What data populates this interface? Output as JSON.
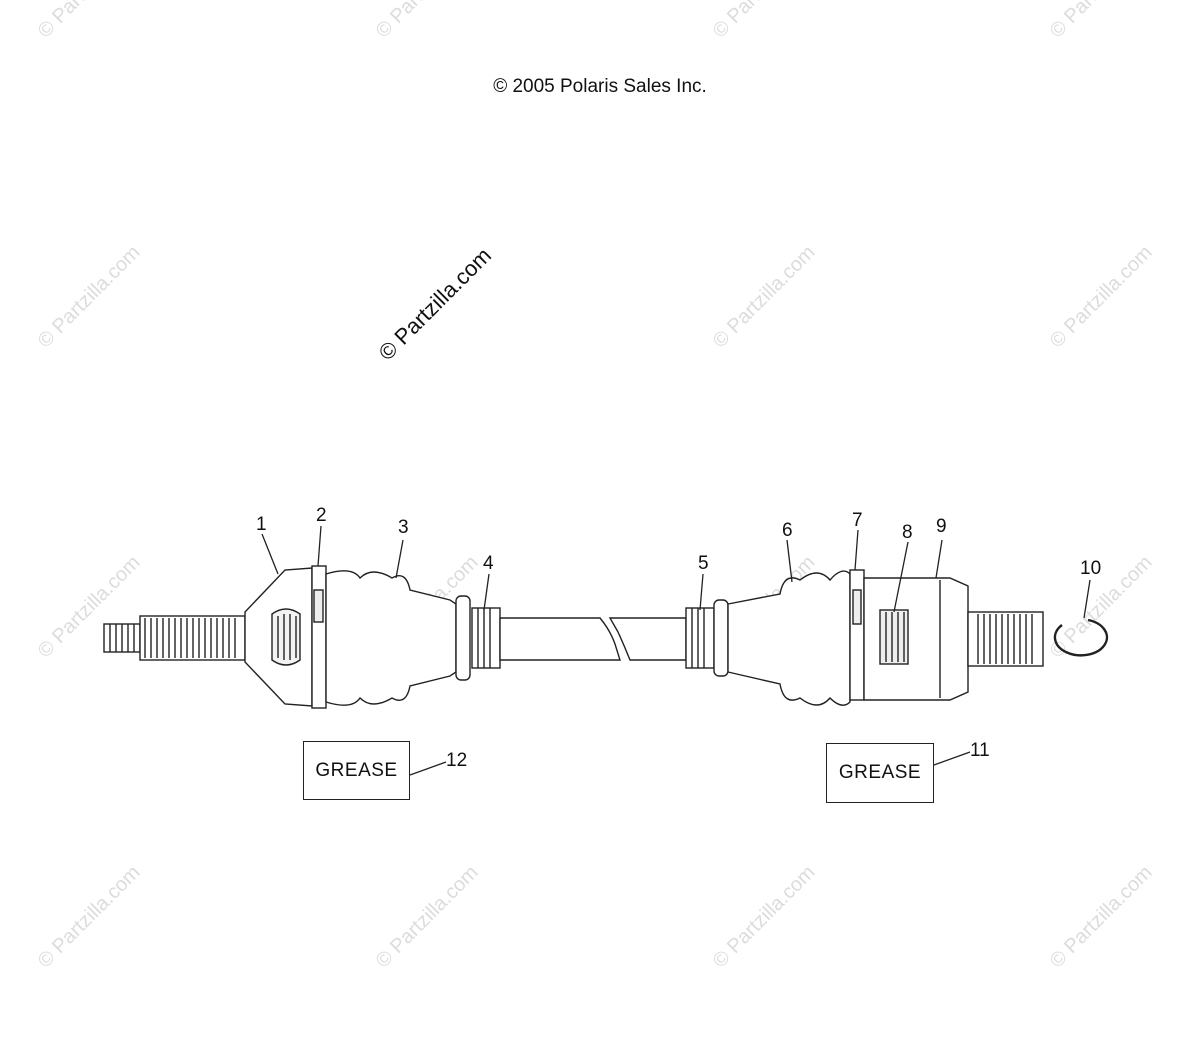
{
  "copyright": "© 2005 Polaris Sales Inc.",
  "watermark": "© Partzilla.com",
  "callouts": [
    "1",
    "2",
    "3",
    "4",
    "5",
    "6",
    "7",
    "8",
    "9",
    "10",
    "11",
    "12"
  ],
  "grease_labels": {
    "left": "GREASE",
    "right": "GREASE"
  }
}
